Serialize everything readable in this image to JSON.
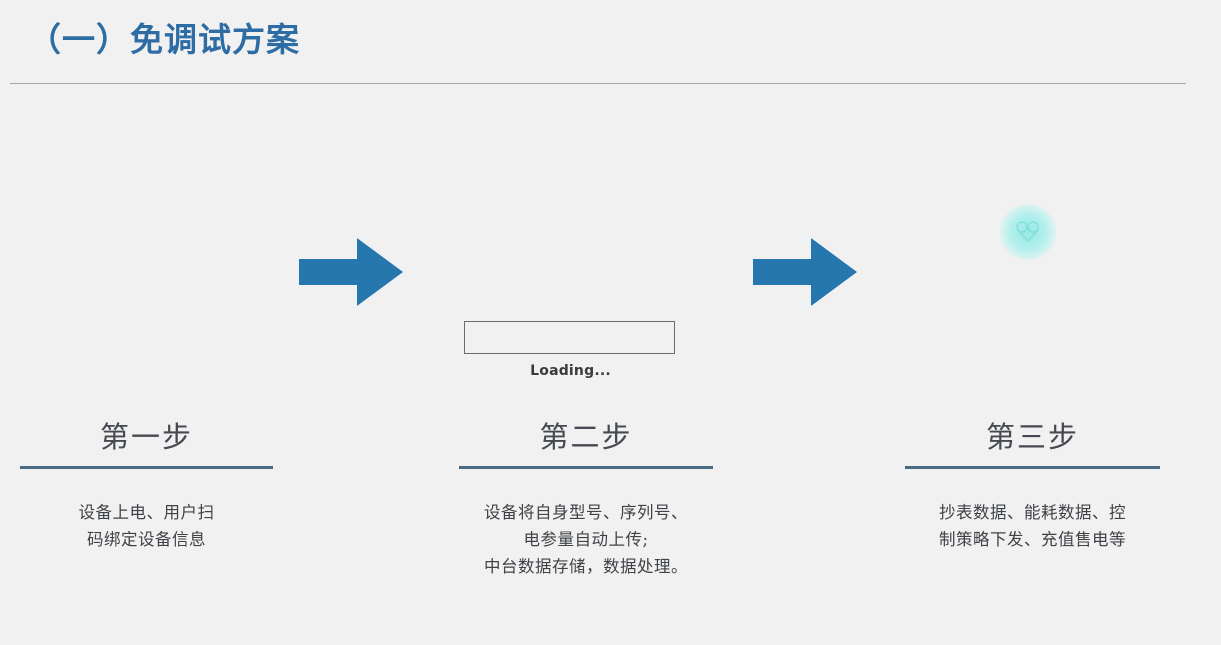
{
  "slide": {
    "title": "（一）免调试方案",
    "title_color": "#2e6da4",
    "background_color": "#f1f1f1",
    "divider_color": "#a6a6a6"
  },
  "arrows": {
    "color": "#2577ad",
    "first_label": "arrow-step1-to-step2",
    "second_label": "arrow-step2-to-step3"
  },
  "media": {
    "loading_label": "Loading...",
    "glow_icon_color": "#8ee8e4"
  },
  "steps": [
    {
      "title": "第一步",
      "rule_color": "#4a6a82",
      "lines": [
        "设备上电、用户扫",
        "码绑定设备信息"
      ]
    },
    {
      "title": "第二步",
      "rule_color": "#4a6a82",
      "lines": [
        "设备将自身型号、序列号、",
        "电参量自动上传;",
        "中台数据存储，数据处理。"
      ]
    },
    {
      "title": "第三步",
      "rule_color": "#4a6a82",
      "lines": [
        "抄表数据、能耗数据、控",
        "制策略下发、充值售电等"
      ]
    }
  ]
}
